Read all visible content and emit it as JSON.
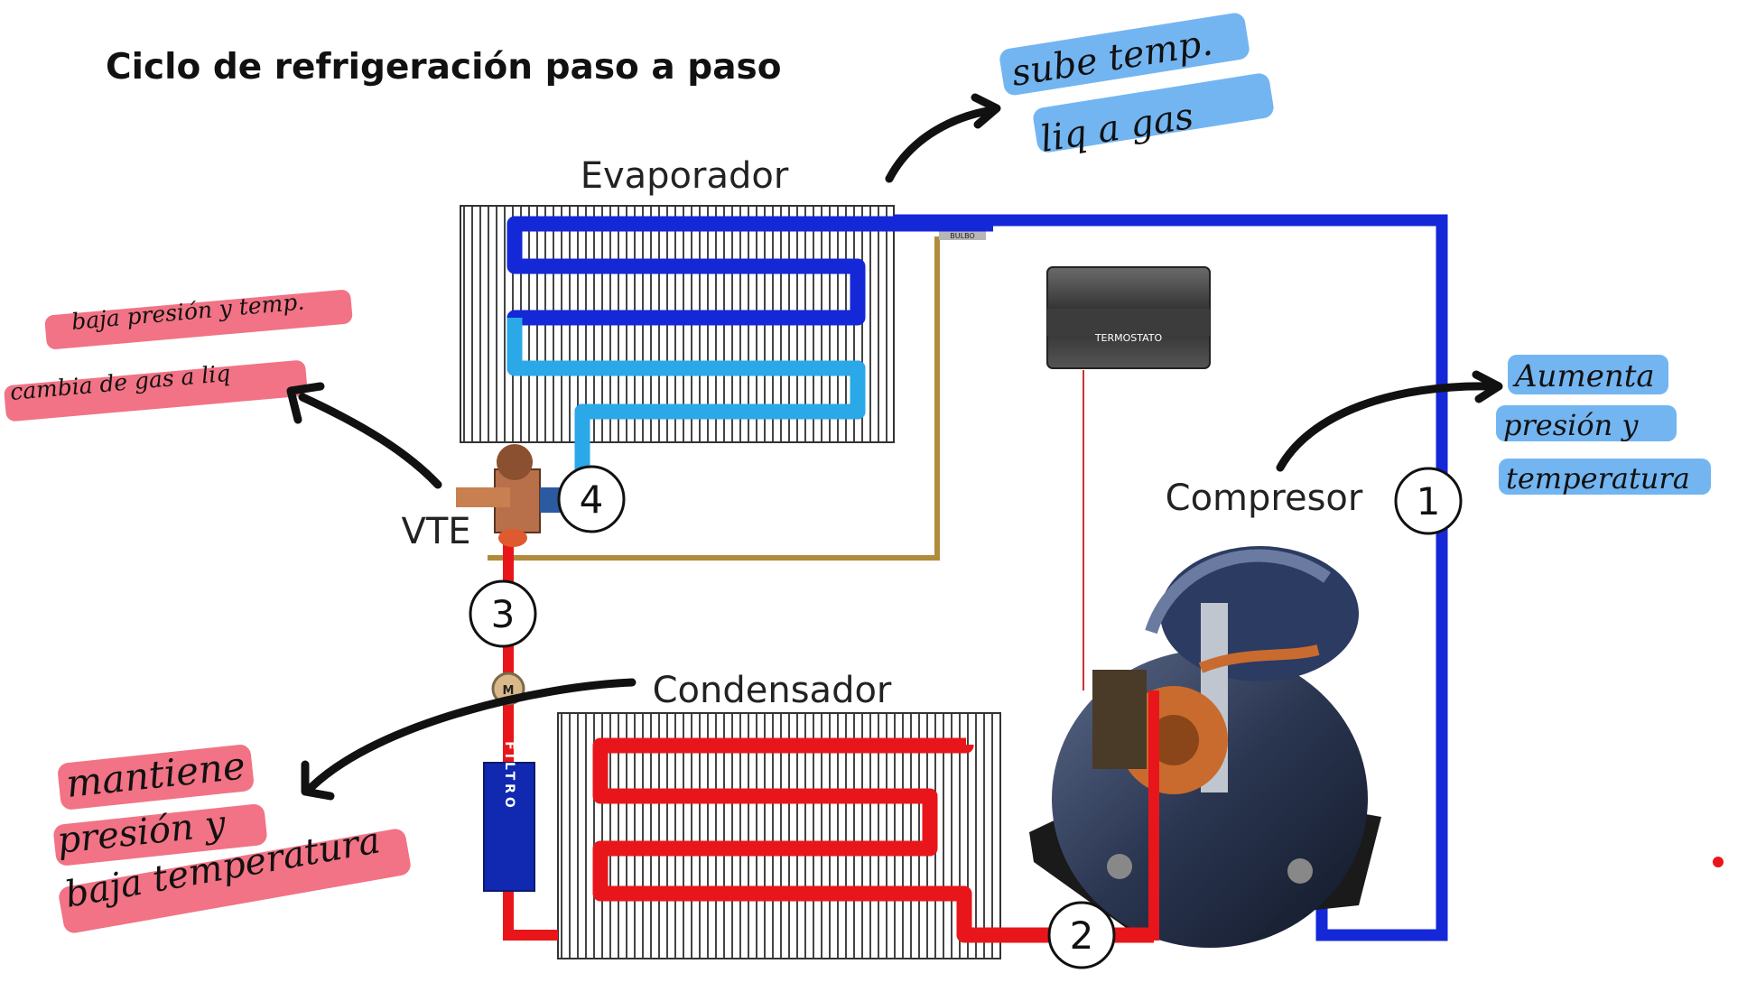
{
  "title": "Ciclo de refrigeración paso a paso",
  "labels": {
    "evaporador": "Evaporador",
    "condensador": "Condensador",
    "compresor": "Compresor",
    "vte": "VTE",
    "termostato": "TERMOSTATO",
    "filtro": "FILTRO",
    "bulbo": "BULBO",
    "valve_m": "M"
  },
  "steps": [
    "1",
    "2",
    "3",
    "4"
  ],
  "notes": {
    "evaporador": [
      "sube temp.",
      "liq a gas"
    ],
    "vte": [
      "baja presión y temp.",
      "cambia de gas a liq"
    ],
    "compresor": [
      "Aumenta",
      "presión y",
      "temperatura"
    ],
    "condensador": [
      "mantiene",
      "presión y",
      "baja temperatura"
    ]
  },
  "colors": {
    "cold_line": "#1428d8",
    "light_blue_line": "#2aa8e8",
    "hot_line": "#e8161a",
    "bulb_line": "#b08b3c",
    "note_blue": "#5aa8ee",
    "note_red": "#ee5a70"
  }
}
